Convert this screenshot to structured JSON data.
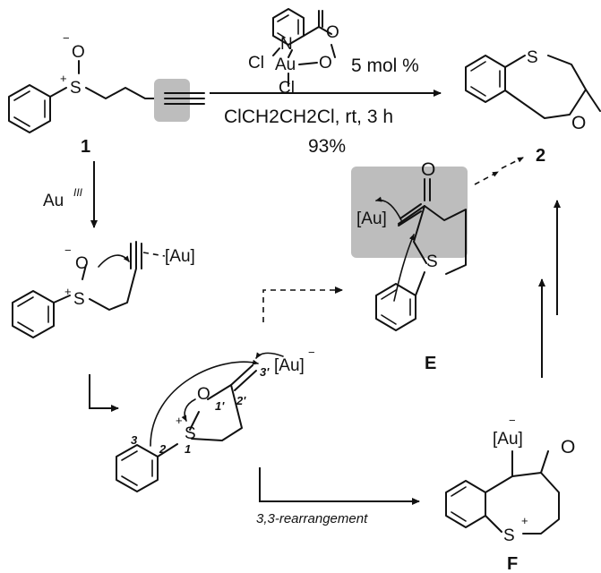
{
  "catalyst": {
    "n_label": "N",
    "o_label": "O",
    "cl_top": "Cl",
    "au": "Au",
    "o_right": "O",
    "cl_bottom": "Cl",
    "loading": "5 mol %"
  },
  "conditions": {
    "solvent": "ClCH2CH2Cl, rt, 3 h",
    "yield": "93%"
  },
  "compounds": {
    "c1": "1",
    "c2": "2",
    "cE": "E",
    "cF": "F"
  },
  "atoms": {
    "s": "S",
    "o": "O",
    "au_bracket": "[Au]",
    "plus": "+",
    "minus": "−",
    "au_reagent": "Au",
    "au_reagent_ox": "III"
  },
  "numbering": {
    "n3": "3",
    "n2": "2",
    "n1": "1",
    "n1p": "1'",
    "n2p": "2'",
    "n3p": "3'"
  },
  "step_labels": {
    "rearrangement": "3,3-rearrangement"
  }
}
